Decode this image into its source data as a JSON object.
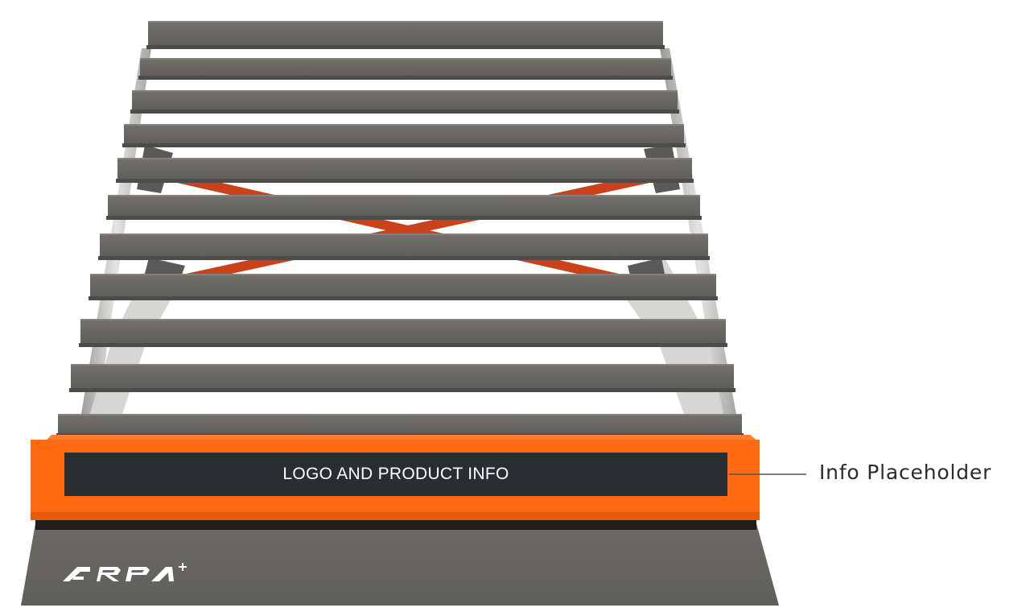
{
  "product": {
    "info_placeholder_text": "LOGO AND PRODUCT INFO",
    "callout_label": "Info Placeholder",
    "brand_logo_text": "ARPA+"
  },
  "colors": {
    "slat": "#6b6964",
    "frame_orange": "#ff6a13",
    "info_panel": "#2a2e33",
    "cross_strap": "#c9421c",
    "steel": "#c8c8c6",
    "callout_line": "#555555"
  }
}
